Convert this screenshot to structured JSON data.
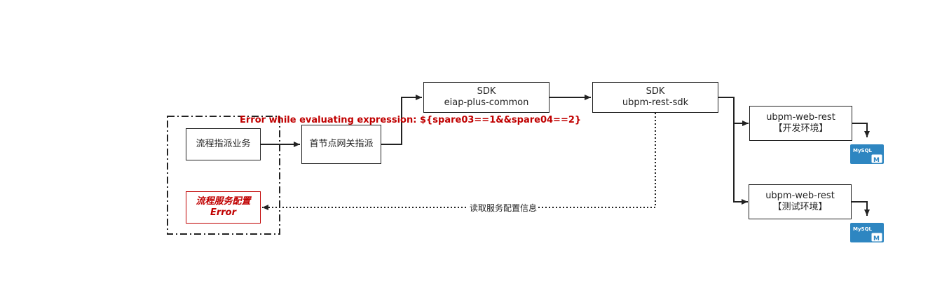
{
  "nodes": {
    "process_business": "流程指派业务",
    "first_node_gateway": "首节点网关指派",
    "sdk_common": {
      "line1": "SDK",
      "line2": "eiap-plus-common"
    },
    "sdk_rest": {
      "line1": "SDK",
      "line2": "ubpm-rest-sdk"
    },
    "web_rest_dev": {
      "line1": "ubpm-web-rest",
      "line2": "【开发环境】"
    },
    "web_rest_test": {
      "line1": "ubpm-web-rest",
      "line2": "【测试环境】"
    },
    "process_service_config": {
      "line1": "流程服务配置",
      "line2": "Error"
    }
  },
  "error_message": "Error while evaluating expression: ${spare03==1&&spare04==2}",
  "edge_label_read_config": "读取服务配置信息",
  "db_icons": [
    {
      "label": "MySQL",
      "sub": "M"
    },
    {
      "label": "MySQL",
      "sub": "M"
    }
  ],
  "colors": {
    "error": "#c00000",
    "line": "#222222",
    "db_blue": "#2e86c1"
  }
}
